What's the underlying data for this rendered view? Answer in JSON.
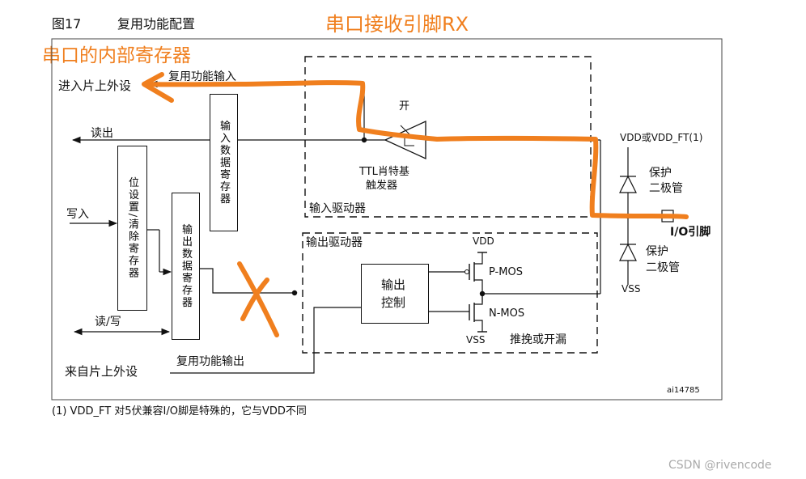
{
  "figure": {
    "number": "图17",
    "title": "复用功能配置",
    "id": "ai14785"
  },
  "labels": {
    "alt_in": "复用功能输入",
    "to_periph": "进入片上外设",
    "read": "读出",
    "write": "写入",
    "rw": "读/写",
    "from_periph": "来自片上外设",
    "alt_out": "复用功能输出",
    "in_data_reg": "输入数据寄存器",
    "bsrr": "位设置/清除寄存器",
    "out_data_reg": "输出数据寄存器",
    "on": "开",
    "schmitt_1": "TTL肖特基",
    "schmitt_2": "触发器",
    "input_driver": "输入驱动器",
    "output_driver": "输出驱动器",
    "out_ctrl_1": "输出",
    "out_ctrl_2": "控制",
    "pmos": "P-MOS",
    "nmos": "N-MOS",
    "pushpull": "推挽或开漏",
    "vdd": "VDD",
    "vss_sub": "VSS",
    "vdd_or_ft": "VDD或VDD_FT(1)",
    "protect_1": "保护",
    "protect_2": "二极管",
    "vss": "VSS",
    "io_pin": "I/O引脚"
  },
  "footnote": "(1) VDD_FT 对5伏兼容I/O脚是特殊的，它与VDD不同",
  "annotations": {
    "rx_pin": "串口接收引脚RX",
    "internal_reg": "串口的内部寄存器",
    "color": "#f07f1e"
  },
  "watermark": "CSDN @rivencode"
}
